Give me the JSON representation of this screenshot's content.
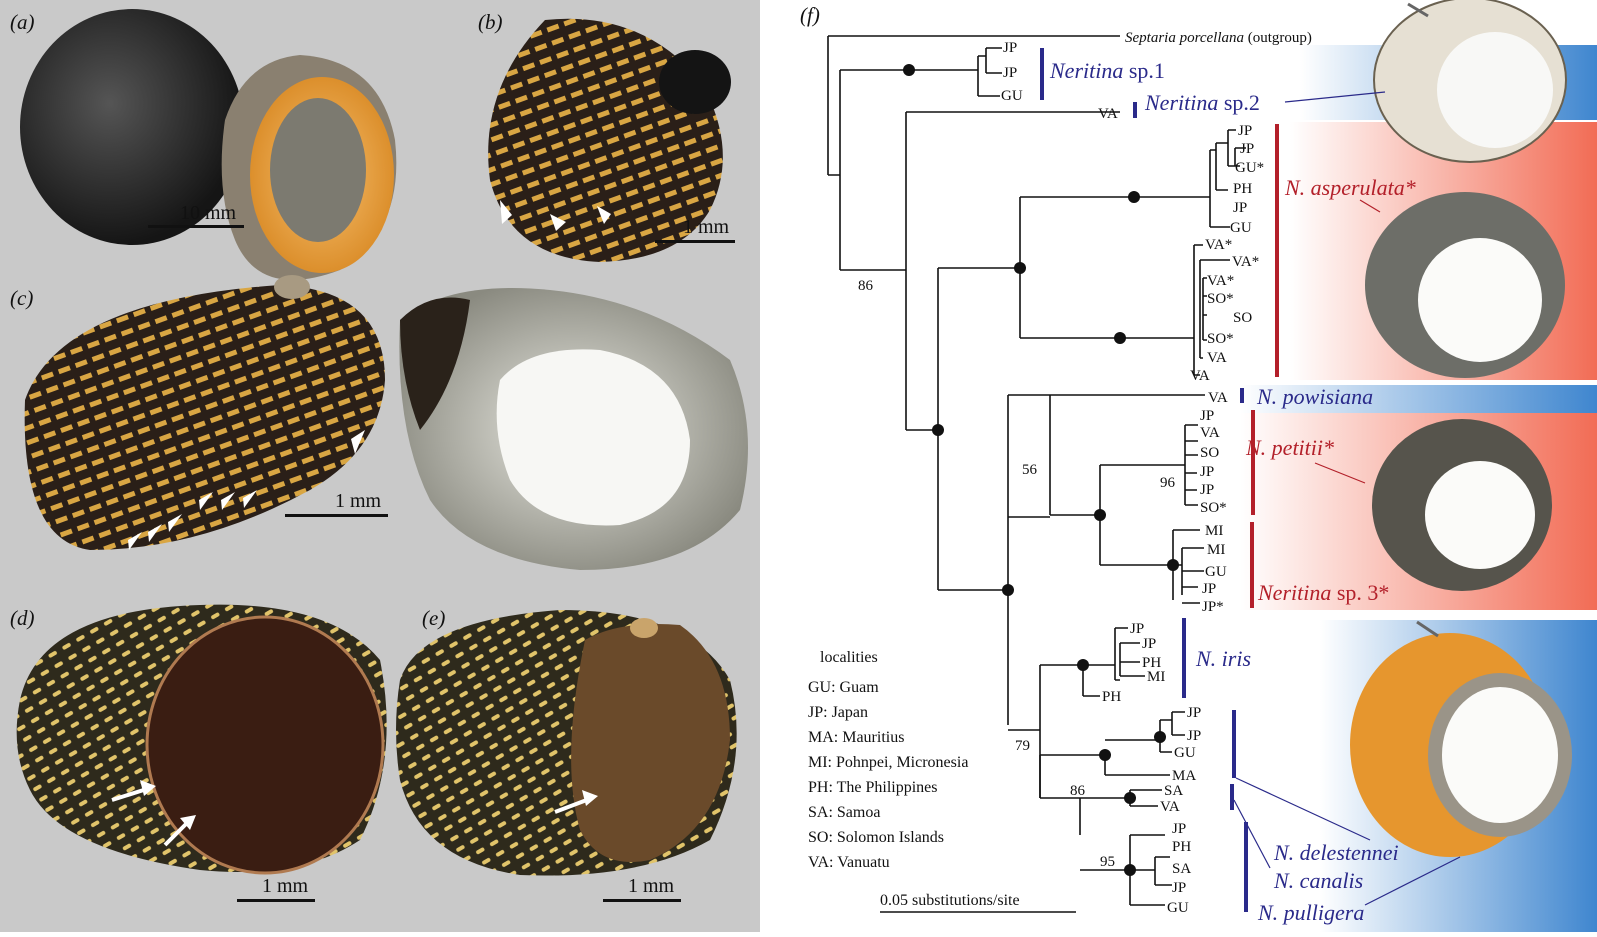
{
  "panels": {
    "a": {
      "label": "(a)",
      "scale": "10 mm"
    },
    "b": {
      "label": "(b)",
      "scale": "1 mm"
    },
    "c": {
      "label": "(c)",
      "scale": "1 mm"
    },
    "d": {
      "label": "(d)",
      "scale": "1 mm"
    },
    "e": {
      "label": "(e)",
      "scale": "1 mm"
    },
    "f": {
      "label": "(f)"
    }
  },
  "tree": {
    "outgroup_name": "Septaria porcellana",
    "outgroup_suffix": " (outgroup)",
    "clades": {
      "sp1_genus": "Neritina",
      "sp1_suffix": " sp.1",
      "sp2_genus": "Neritina",
      "sp2_suffix": " sp.2",
      "asperulata": "N. asperulata*",
      "powisiana": "N. powisiana",
      "petitii": "N. petitii*",
      "sp3_genus": "Neritina",
      "sp3_suffix": " sp. 3*",
      "iris": "N. iris",
      "delestennei": "N. delestennei",
      "canalis": "N. canalis",
      "pulligera": "N. pulligera"
    },
    "tips": {
      "sp1": [
        "JP",
        "JP",
        "GU"
      ],
      "sp2": [
        "VA"
      ],
      "asp1": [
        "JP",
        "JP",
        "GU*",
        "PH",
        "JP",
        "GU"
      ],
      "asp2": [
        "VA*",
        "VA*",
        "VA*",
        "SO*",
        "SO",
        "SO*",
        "VA",
        "VA"
      ],
      "pow": [
        "VA"
      ],
      "pet": [
        "JP",
        "VA",
        "SO",
        "JP",
        "JP",
        "SO*"
      ],
      "sp3": [
        "MI",
        "MI",
        "GU",
        "JP",
        "JP*"
      ],
      "iris": [
        "JP",
        "JP",
        "PH",
        "MI",
        "PH"
      ],
      "del": [
        "JP",
        "JP",
        "GU",
        "MA"
      ],
      "can": [
        "SA",
        "VA"
      ],
      "pul": [
        "JP",
        "PH",
        "SA",
        "JP",
        "GU"
      ]
    },
    "bootstrap": [
      "86",
      "56",
      "96",
      "79",
      "86",
      "95"
    ],
    "scale_label": "0.05 substitutions/site",
    "legend_title": "localities",
    "legend": [
      "GU: Guam",
      "JP: Japan",
      "MA: Mauritius",
      "MI: Pohnpei, Micronesia",
      "PH: The Philippines",
      "SA: Samoa",
      "SO: Solomon Islands",
      "VA: Vanuatu"
    ]
  },
  "colors": {
    "blue": "#2a2a8a",
    "red": "#b3202a",
    "photo_bg": "#c9c9c9"
  }
}
